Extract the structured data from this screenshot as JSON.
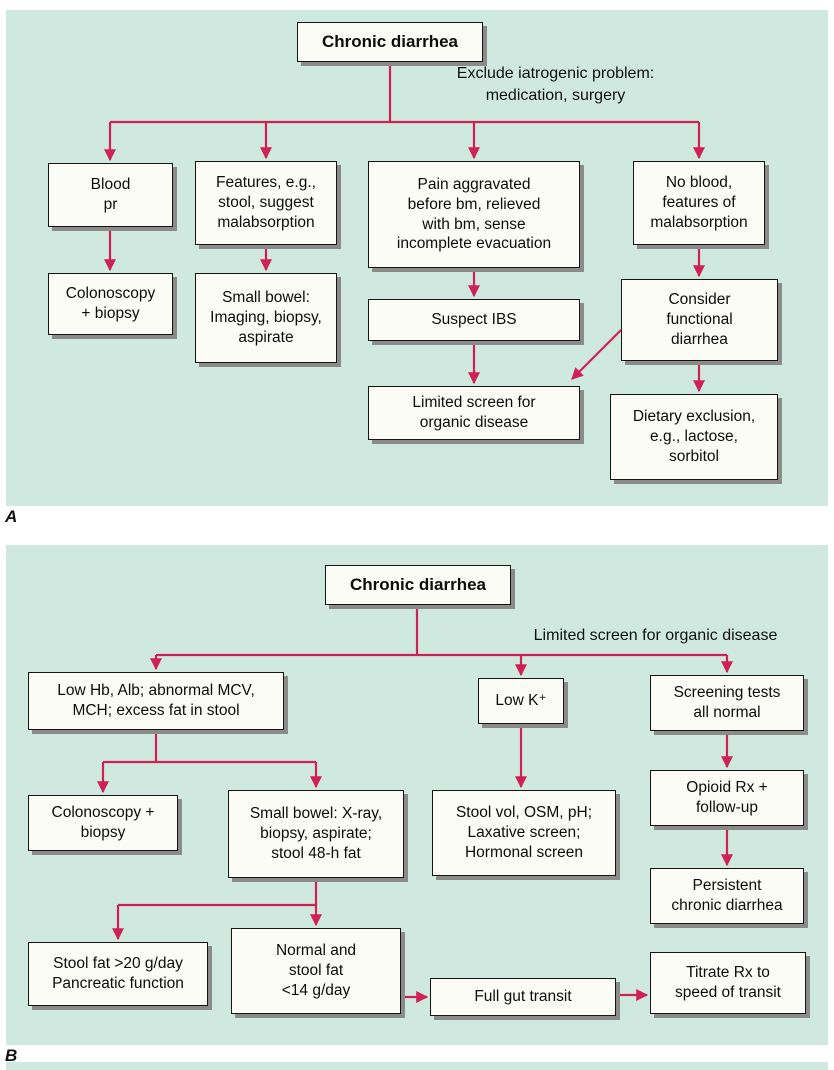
{
  "colors": {
    "accent": "#d02058",
    "panel-bg": "#d0e9e0",
    "box-bg": "#fcfcf6",
    "box-border": "#141414",
    "shadow": "#8b8b8b"
  },
  "panel_a": {
    "label": "A",
    "title": "Chronic diarrhea",
    "note": "Exclude iatrogenic problem:\nmedication, surgery",
    "nodes": {
      "blood_pr": "Blood\npr",
      "features_malabsorption": "Features, e.g.,\nstool, suggest\nmalabsorption",
      "pain_ibs": "Pain aggravated\nbefore bm, relieved\nwith bm, sense\nincomplete evacuation",
      "no_blood": "No blood,\nfeatures of\nmalabsorption",
      "colonoscopy_biopsy": "Colonoscopy\n+ biopsy",
      "small_bowel": "Small bowel:\nImaging, biopsy,\naspirate",
      "suspect_ibs": "Suspect IBS",
      "functional_diarrhea": "Consider\nfunctional\ndiarrhea",
      "limited_screen": "Limited screen for\norganic disease",
      "dietary_exclusion": "Dietary exclusion,\ne.g., lactose,\nsorbitol"
    }
  },
  "panel_b": {
    "label": "B",
    "title": "Chronic diarrhea",
    "note": "Limited screen for organic disease",
    "nodes": {
      "low_hb": "Low Hb, Alb; abnormal MCV,\nMCH; excess fat in stool",
      "low_k": "Low K⁺",
      "screening_normal": "Screening tests\nall normal",
      "colonoscopy_biopsy": "Colonoscopy +\nbiopsy",
      "small_bowel": "Small bowel: X-ray,\nbiopsy, aspirate;\nstool 48-h fat",
      "stool_vol": "Stool vol, OSM, pH;\nLaxative screen;\nHormonal screen",
      "opioid_rx": "Opioid Rx +\nfollow-up",
      "persistent": "Persistent\nchronic diarrhea",
      "stool_fat": "Stool fat >20 g/day\nPancreatic function",
      "normal_stool_fat": "Normal and\nstool fat\n<14 g/day",
      "full_gut_transit": "Full gut transit",
      "titrate_rx": "Titrate Rx to\nspeed of transit"
    }
  }
}
